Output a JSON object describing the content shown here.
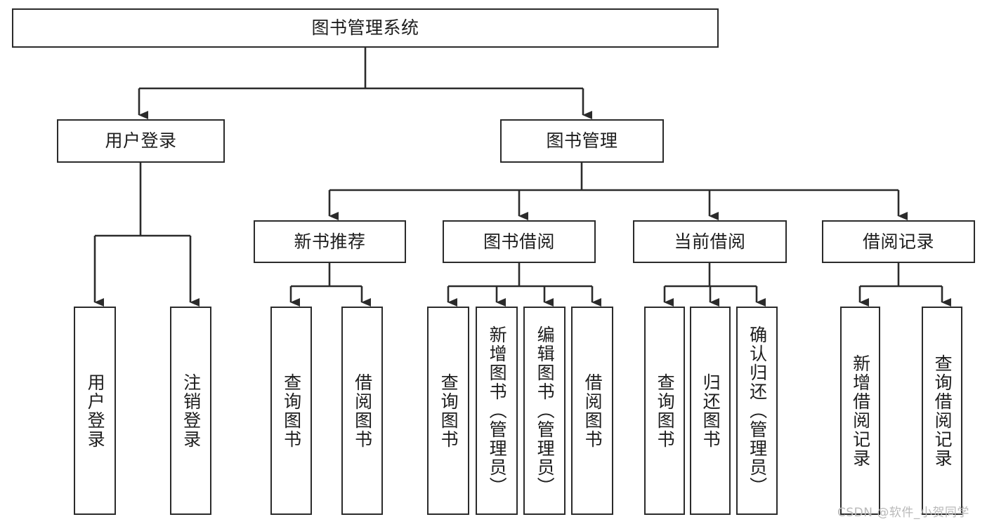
{
  "diagram": {
    "title": "图书管理系统",
    "type": "tree-hierarchy",
    "watermark": "CSDN @软件_小贺同学",
    "colors": {
      "box_border": "#2b2b2b",
      "box_fill": "#ffffff",
      "edge": "#2b2b2b",
      "text": "#1d1d1d",
      "watermark": "#b9b9b9",
      "background": "#ffffff"
    },
    "root": {
      "id": "root",
      "label": "图书管理系统"
    },
    "level1": [
      {
        "id": "user-login",
        "label": "用户登录"
      },
      {
        "id": "book-manage",
        "label": "图书管理"
      }
    ],
    "level2": [
      {
        "id": "new-book-recommend",
        "label": "新书推荐"
      },
      {
        "id": "book-borrow",
        "label": "图书借阅"
      },
      {
        "id": "current-borrow",
        "label": "当前借阅"
      },
      {
        "id": "borrow-record",
        "label": "借阅记录"
      }
    ],
    "leaves": {
      "user-login": [
        {
          "id": "leaf-user-login",
          "label": "用户登录"
        },
        {
          "id": "leaf-logout-login",
          "label": "注销登录"
        }
      ],
      "new-book-recommend": [
        {
          "id": "leaf-query-book-1",
          "label": "查询图书"
        },
        {
          "id": "leaf-borrow-book-1",
          "label": "借阅图书"
        }
      ],
      "book-borrow": [
        {
          "id": "leaf-query-book-2",
          "label": "查询图书"
        },
        {
          "id": "leaf-add-book-admin",
          "label": "新增图书（管理员）"
        },
        {
          "id": "leaf-edit-book-admin",
          "label": "编辑图书（管理员）"
        },
        {
          "id": "leaf-borrow-book-2",
          "label": "借阅图书"
        }
      ],
      "current-borrow": [
        {
          "id": "leaf-query-book-3",
          "label": "查询图书"
        },
        {
          "id": "leaf-return-book",
          "label": "归还图书"
        },
        {
          "id": "leaf-confirm-return-admin",
          "label": "确认归还（管理员）"
        }
      ],
      "borrow-record": [
        {
          "id": "leaf-add-borrow-record",
          "label": "新增借阅记录"
        },
        {
          "id": "leaf-query-borrow-record",
          "label": "查询借阅记录"
        }
      ]
    }
  }
}
